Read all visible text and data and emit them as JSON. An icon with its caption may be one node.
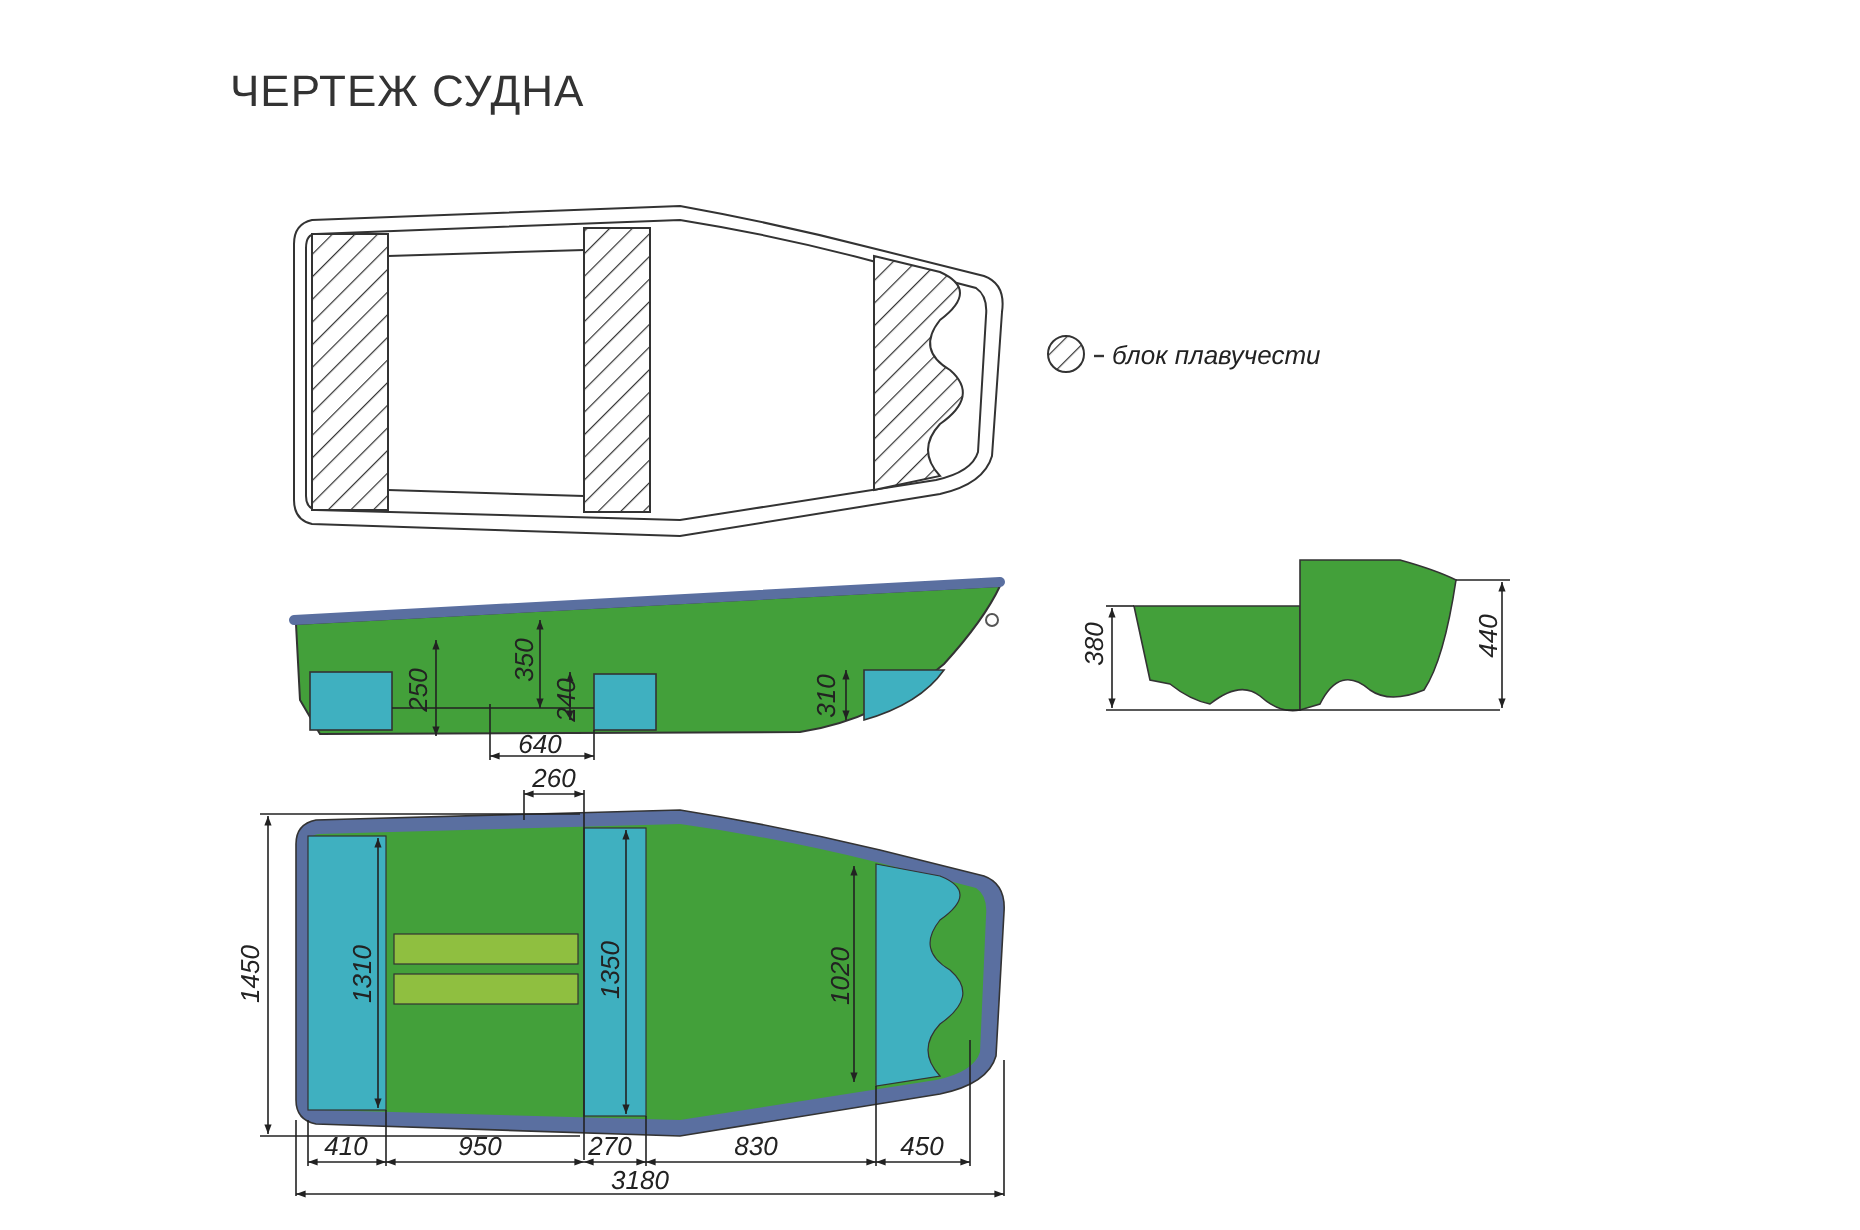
{
  "diagram": {
    "title": "ЧЕРТЕЖ СУДНА",
    "labels": [
      "250",
      "350",
      "240",
      "310",
      "640",
      "380",
      "440",
      "260",
      "1450",
      "1310",
      "1350",
      "1020",
      "410",
      "950",
      "270",
      "830",
      "450",
      "3180"
    ],
    "legend": [
      {
        "text": "блок плавучести"
      }
    ]
  }
}
